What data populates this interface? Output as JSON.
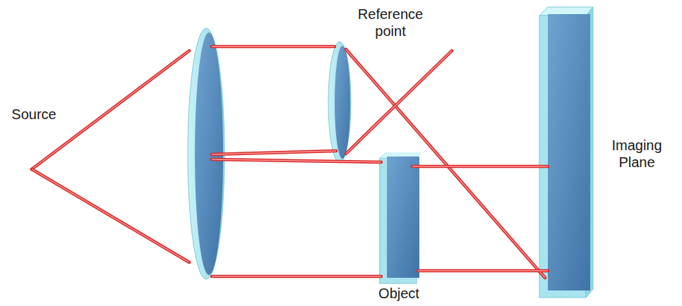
{
  "diagram": {
    "labels": [
      "Source",
      "Reference point",
      "Imaging Plane",
      "Object"
    ]
  }
}
